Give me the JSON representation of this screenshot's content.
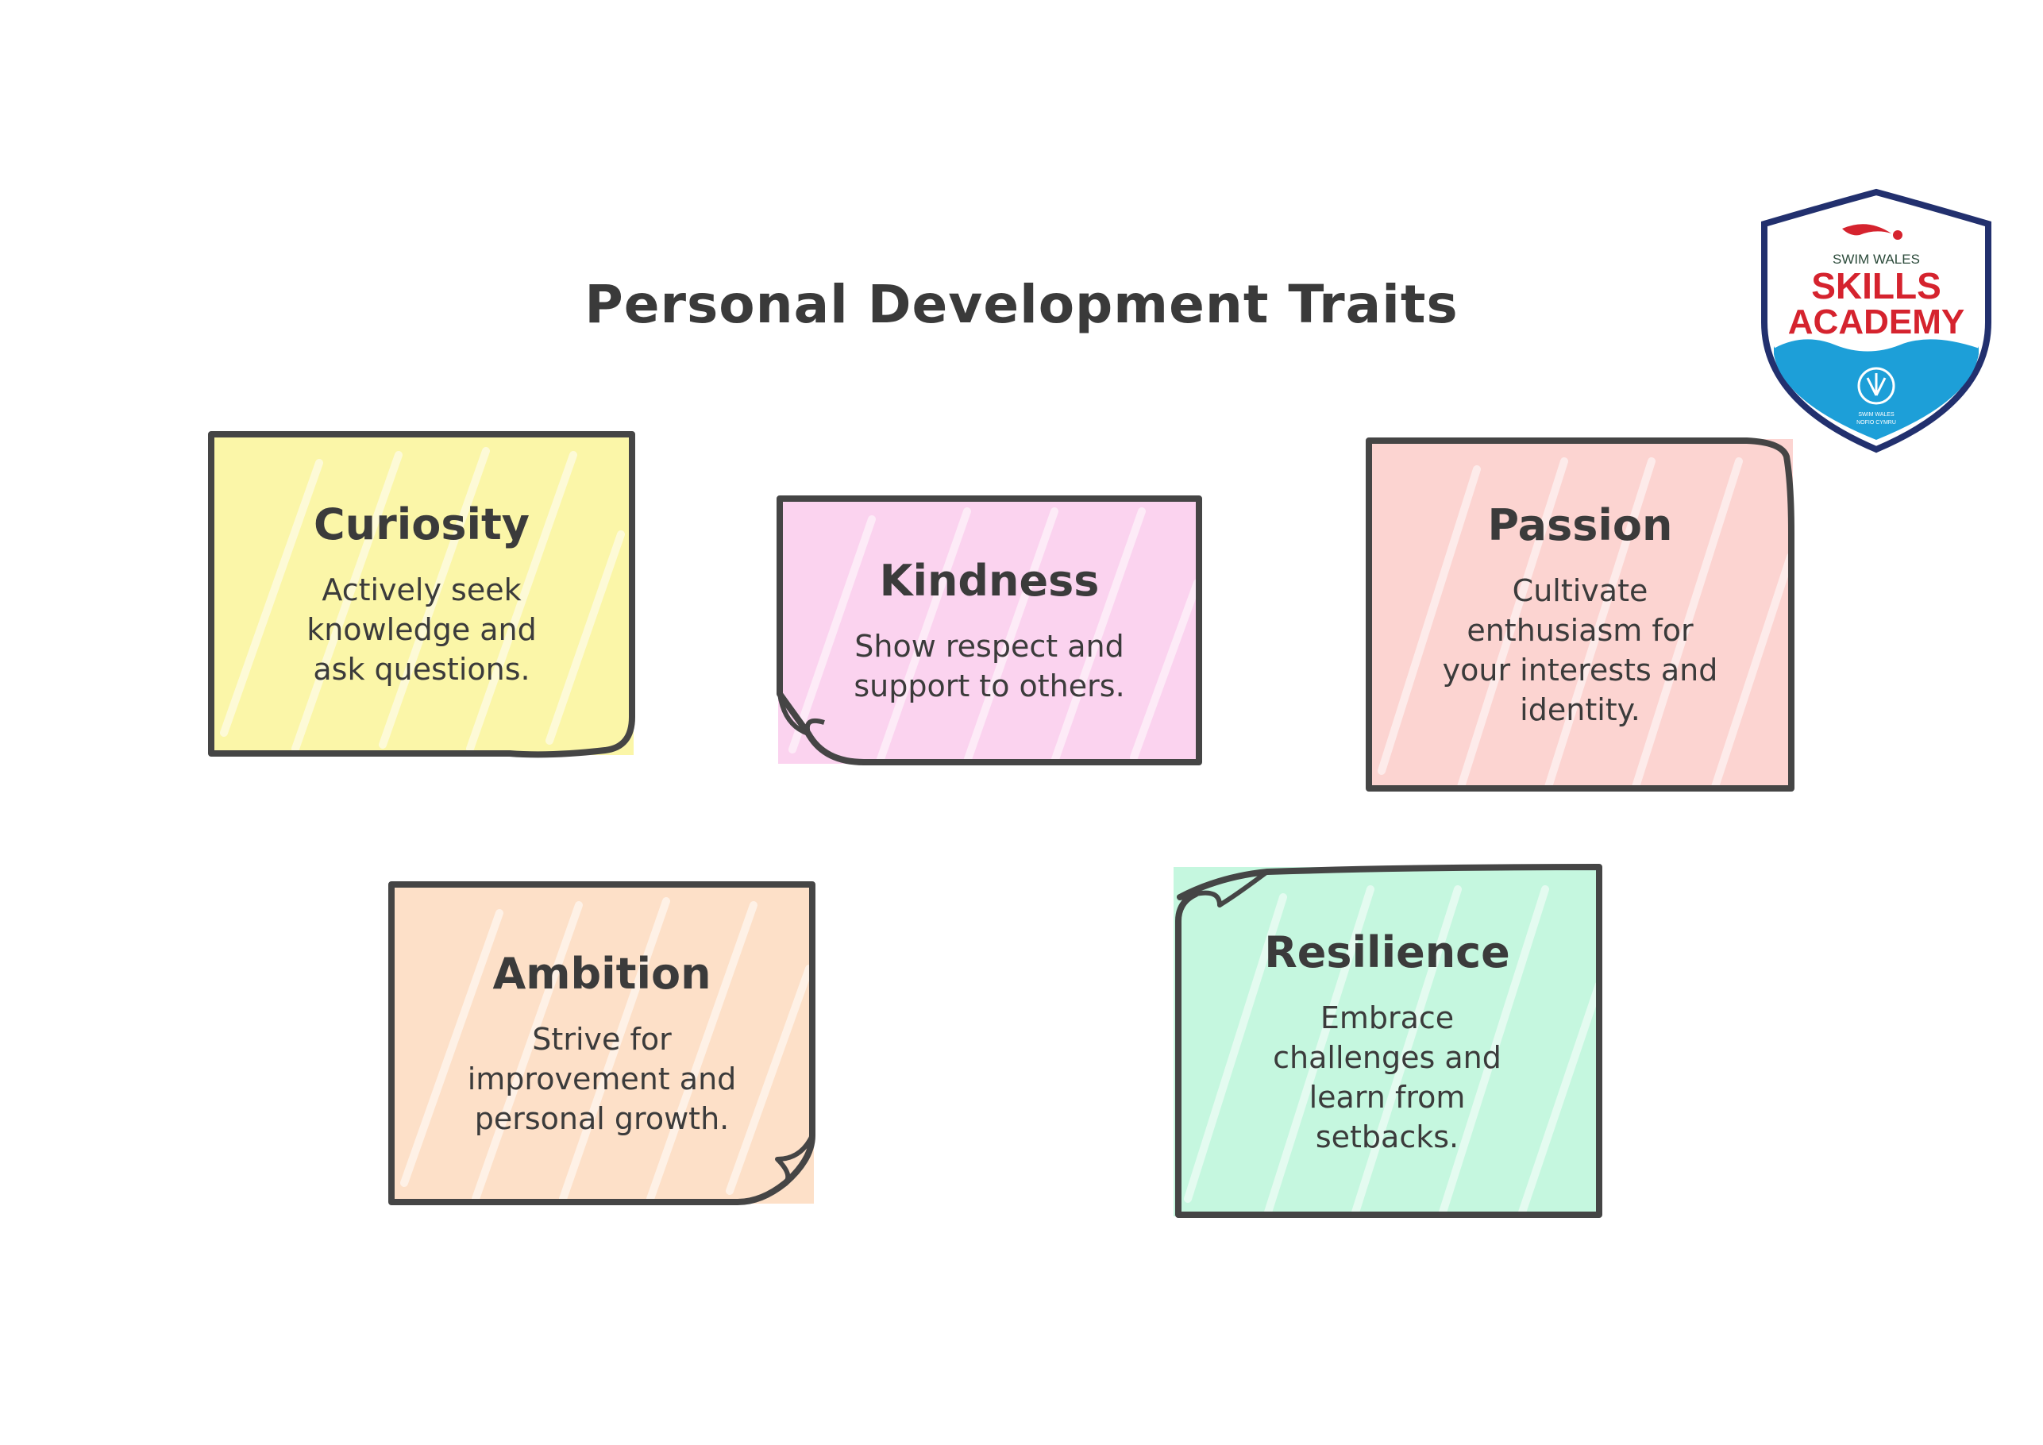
{
  "title": "Personal Development Traits",
  "logo": {
    "line1": "SWIM WALES",
    "line2": "SKILLS",
    "line3": "ACADEMY",
    "footer1": "SWIM WALES",
    "footer2": "NOFIO CYMRU"
  },
  "cards": {
    "curiosity": {
      "heading": "Curiosity",
      "desc": "Actively seek\nknowledge and\nask questions.",
      "color": "#fbf6a8"
    },
    "kindness": {
      "heading": "Kindness",
      "desc": "Show respect and\nsupport to others.",
      "color": "#fbd3ef"
    },
    "passion": {
      "heading": "Passion",
      "desc": "Cultivate\nenthusiasm for\nyour interests and\nidentity.",
      "color": "#fcd4d1"
    },
    "ambition": {
      "heading": "Ambition",
      "desc": "Strive for\nimprovement and\npersonal growth.",
      "color": "#fde0c8"
    },
    "resilience": {
      "heading": "Resilience",
      "desc": "Embrace\nchallenges and\nlearn from\nsetbacks.",
      "color": "#c5f7df"
    }
  },
  "colors": {
    "text": "#3b3b3b",
    "border": "#454545",
    "logo_red": "#d5232e",
    "logo_blue": "#1d9fd8",
    "logo_navy": "#22306e"
  }
}
